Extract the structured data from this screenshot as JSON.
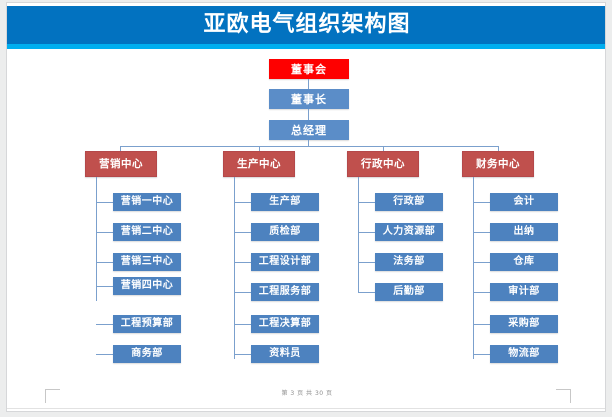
{
  "document": {
    "title": "亚欧电气组织架构图",
    "footer": "第 3 页 共 30 页",
    "page_number": 3,
    "page_total": 30
  },
  "colors": {
    "banner": "#0272c0",
    "banner_underline": "#00aeef",
    "root_box": "#fe0000",
    "executive_box": "#5b8dc8",
    "center_box": "#c0504d",
    "department_box": "#4d82bf",
    "connector": "#7ba0cd",
    "page_background": "#ffffff",
    "canvas_background": "#eceded"
  },
  "chart_data": {
    "type": "org-chart",
    "title": "亚欧电气组织架构图",
    "orientation": "top-down",
    "nodes": {
      "root": {
        "label": "董事会",
        "level": 0,
        "style": "root"
      },
      "chairman": {
        "label": "董事长",
        "level": 1,
        "style": "executive"
      },
      "gm": {
        "label": "总经理",
        "level": 2,
        "style": "executive"
      }
    },
    "columns": [
      {
        "id": "marketing-center",
        "header": "营销中心",
        "style": "center",
        "children": [
          "营销一中心",
          "营销二中心",
          "营销三中心",
          "营销四中心",
          "工程预算部",
          "商务部"
        ]
      },
      {
        "id": "production-center",
        "header": "生产中心",
        "style": "center",
        "children": [
          "生产部",
          "质检部",
          "工程设计部",
          "工程服务部",
          "工程决算部",
          "资料员"
        ]
      },
      {
        "id": "administration-center",
        "header": "行政中心",
        "style": "center",
        "children": [
          "行政部",
          "人力资源部",
          "法务部",
          "后勤部"
        ]
      },
      {
        "id": "finance-center",
        "header": "财务中心",
        "style": "center",
        "children": [
          "会计",
          "出纳",
          "仓库",
          "审计部",
          "采购部",
          "物流部"
        ]
      }
    ]
  }
}
